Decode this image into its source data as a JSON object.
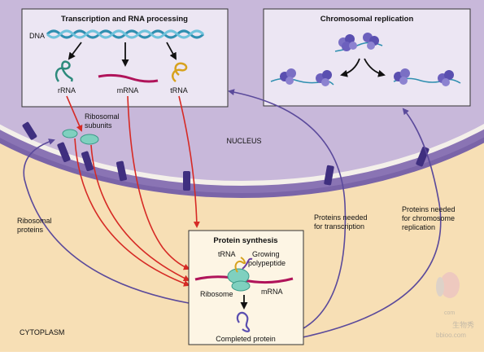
{
  "boxes": {
    "transcription": "Transcription and RNA processing",
    "chromosomal": "Chromosomal replication",
    "protein_synthesis": "Protein synthesis"
  },
  "labels": {
    "dna": "DNA",
    "rrna": "rRNA",
    "mrna": "mRNA",
    "trna": "tRNA",
    "ribosomal_subunits_1": "Ribosomal",
    "ribosomal_subunits_2": "subunits",
    "nucleus": "NUCLEUS",
    "cytoplasm": "CYTOPLASM",
    "ribosomal_proteins_1": "Ribosomal",
    "ribosomal_proteins_2": "proteins",
    "proteins_transcription_1": "Proteins needed",
    "proteins_transcription_2": "for transcription",
    "proteins_replication_1": "Proteins needed",
    "proteins_replication_2": "for chromosome",
    "proteins_replication_3": "replication",
    "ps_trna": "tRNA",
    "growing_1": "Growing",
    "growing_2": "polypeptide",
    "ribosome": "Ribosome",
    "ps_mrna": "mRNA",
    "completed_protein": "Completed protein"
  },
  "watermark": {
    "text1": "com",
    "text2": "生物秀",
    "text3": "bbioo.com"
  },
  "colors": {
    "cytoplasm": "#f7dfb5",
    "nucleoplasm": "#c8b8da",
    "envelope": "#8a74b4",
    "box_fill": "#ece6f3",
    "red_arrow": "#d62a25",
    "purple_arrow": "#5b4a9b",
    "dna": "#2f8fb0",
    "mrna": "#b0145a"
  }
}
